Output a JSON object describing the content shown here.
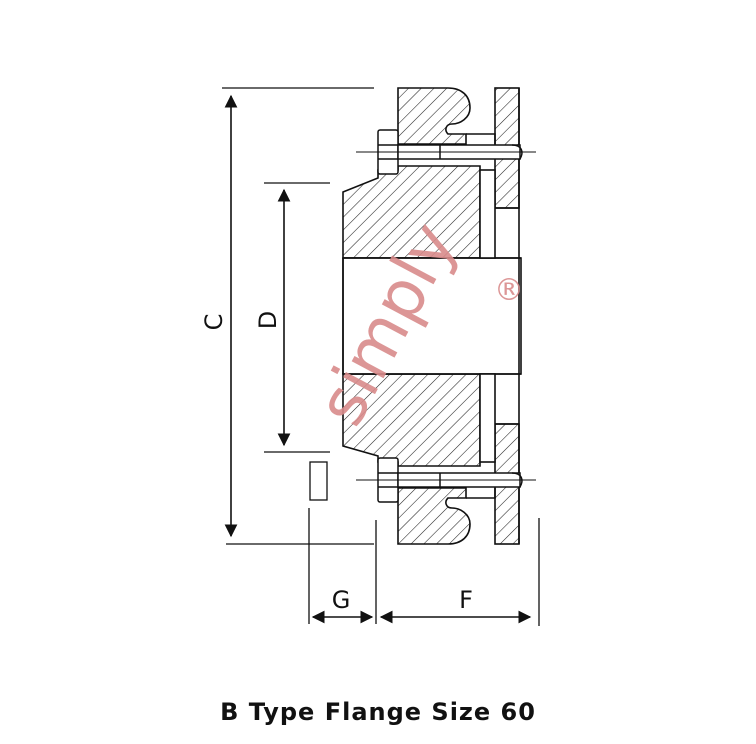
{
  "caption": "B Type Flange Size 60",
  "dimensions": {
    "c": "C",
    "d": "D",
    "g": "G",
    "f": "F"
  },
  "watermark": {
    "text": "simply",
    "mark": "®",
    "color": "#d98b8b"
  },
  "colors": {
    "line": "#111111",
    "background": "#ffffff"
  }
}
